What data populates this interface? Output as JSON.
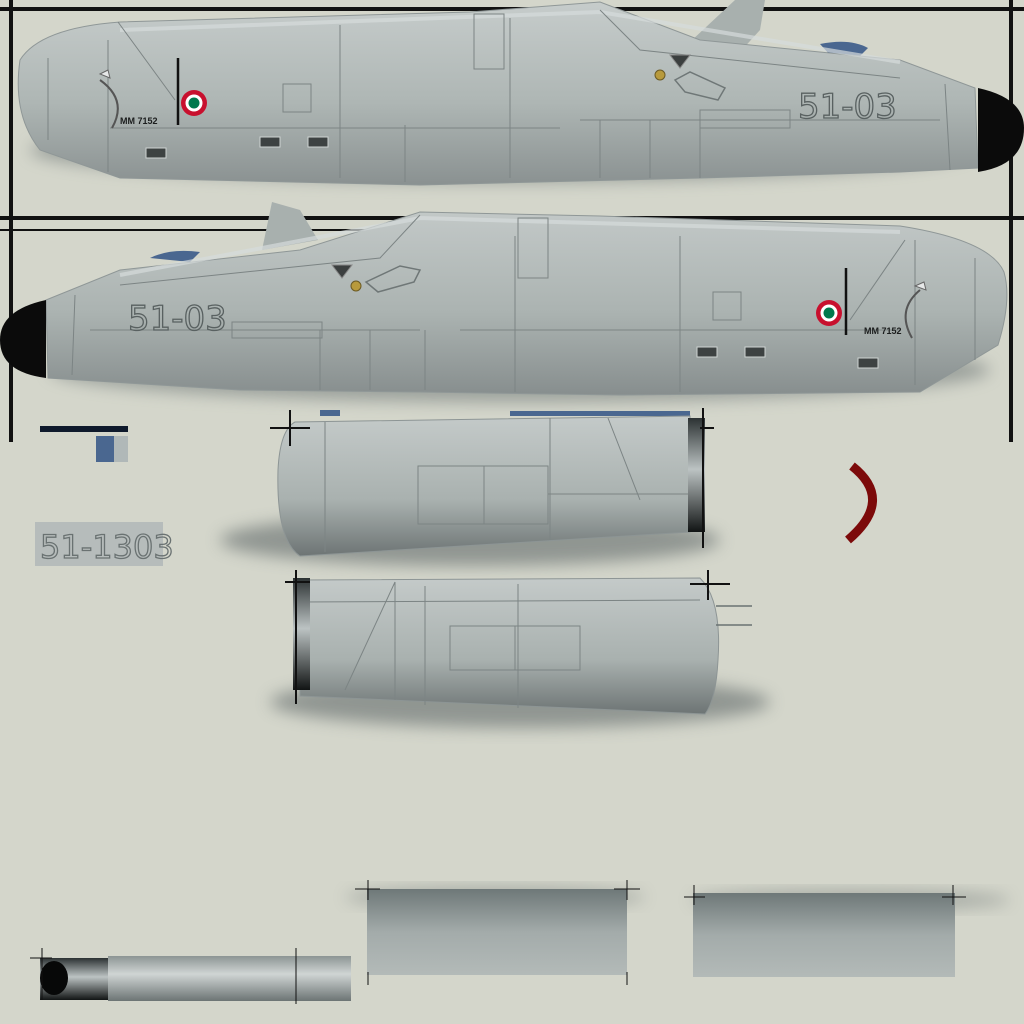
{
  "texture": {
    "serial_left": "MM 7152",
    "serial_right": "MM 7152",
    "code_upper": "51-03",
    "code_lower": "51-03",
    "code_plate": "51-1303"
  },
  "colors": {
    "background": "#d4d6cb",
    "fuselage": "#aeb6b3",
    "fuselage_dark": "#6f7676",
    "fin_blue": "#4a6790",
    "roundel_red": "#c8102e",
    "roundel_white": "#ffffff",
    "roundel_green": "#00784c",
    "nose_black": "#0b0b0b",
    "arc_red": "#7c0a0a"
  }
}
